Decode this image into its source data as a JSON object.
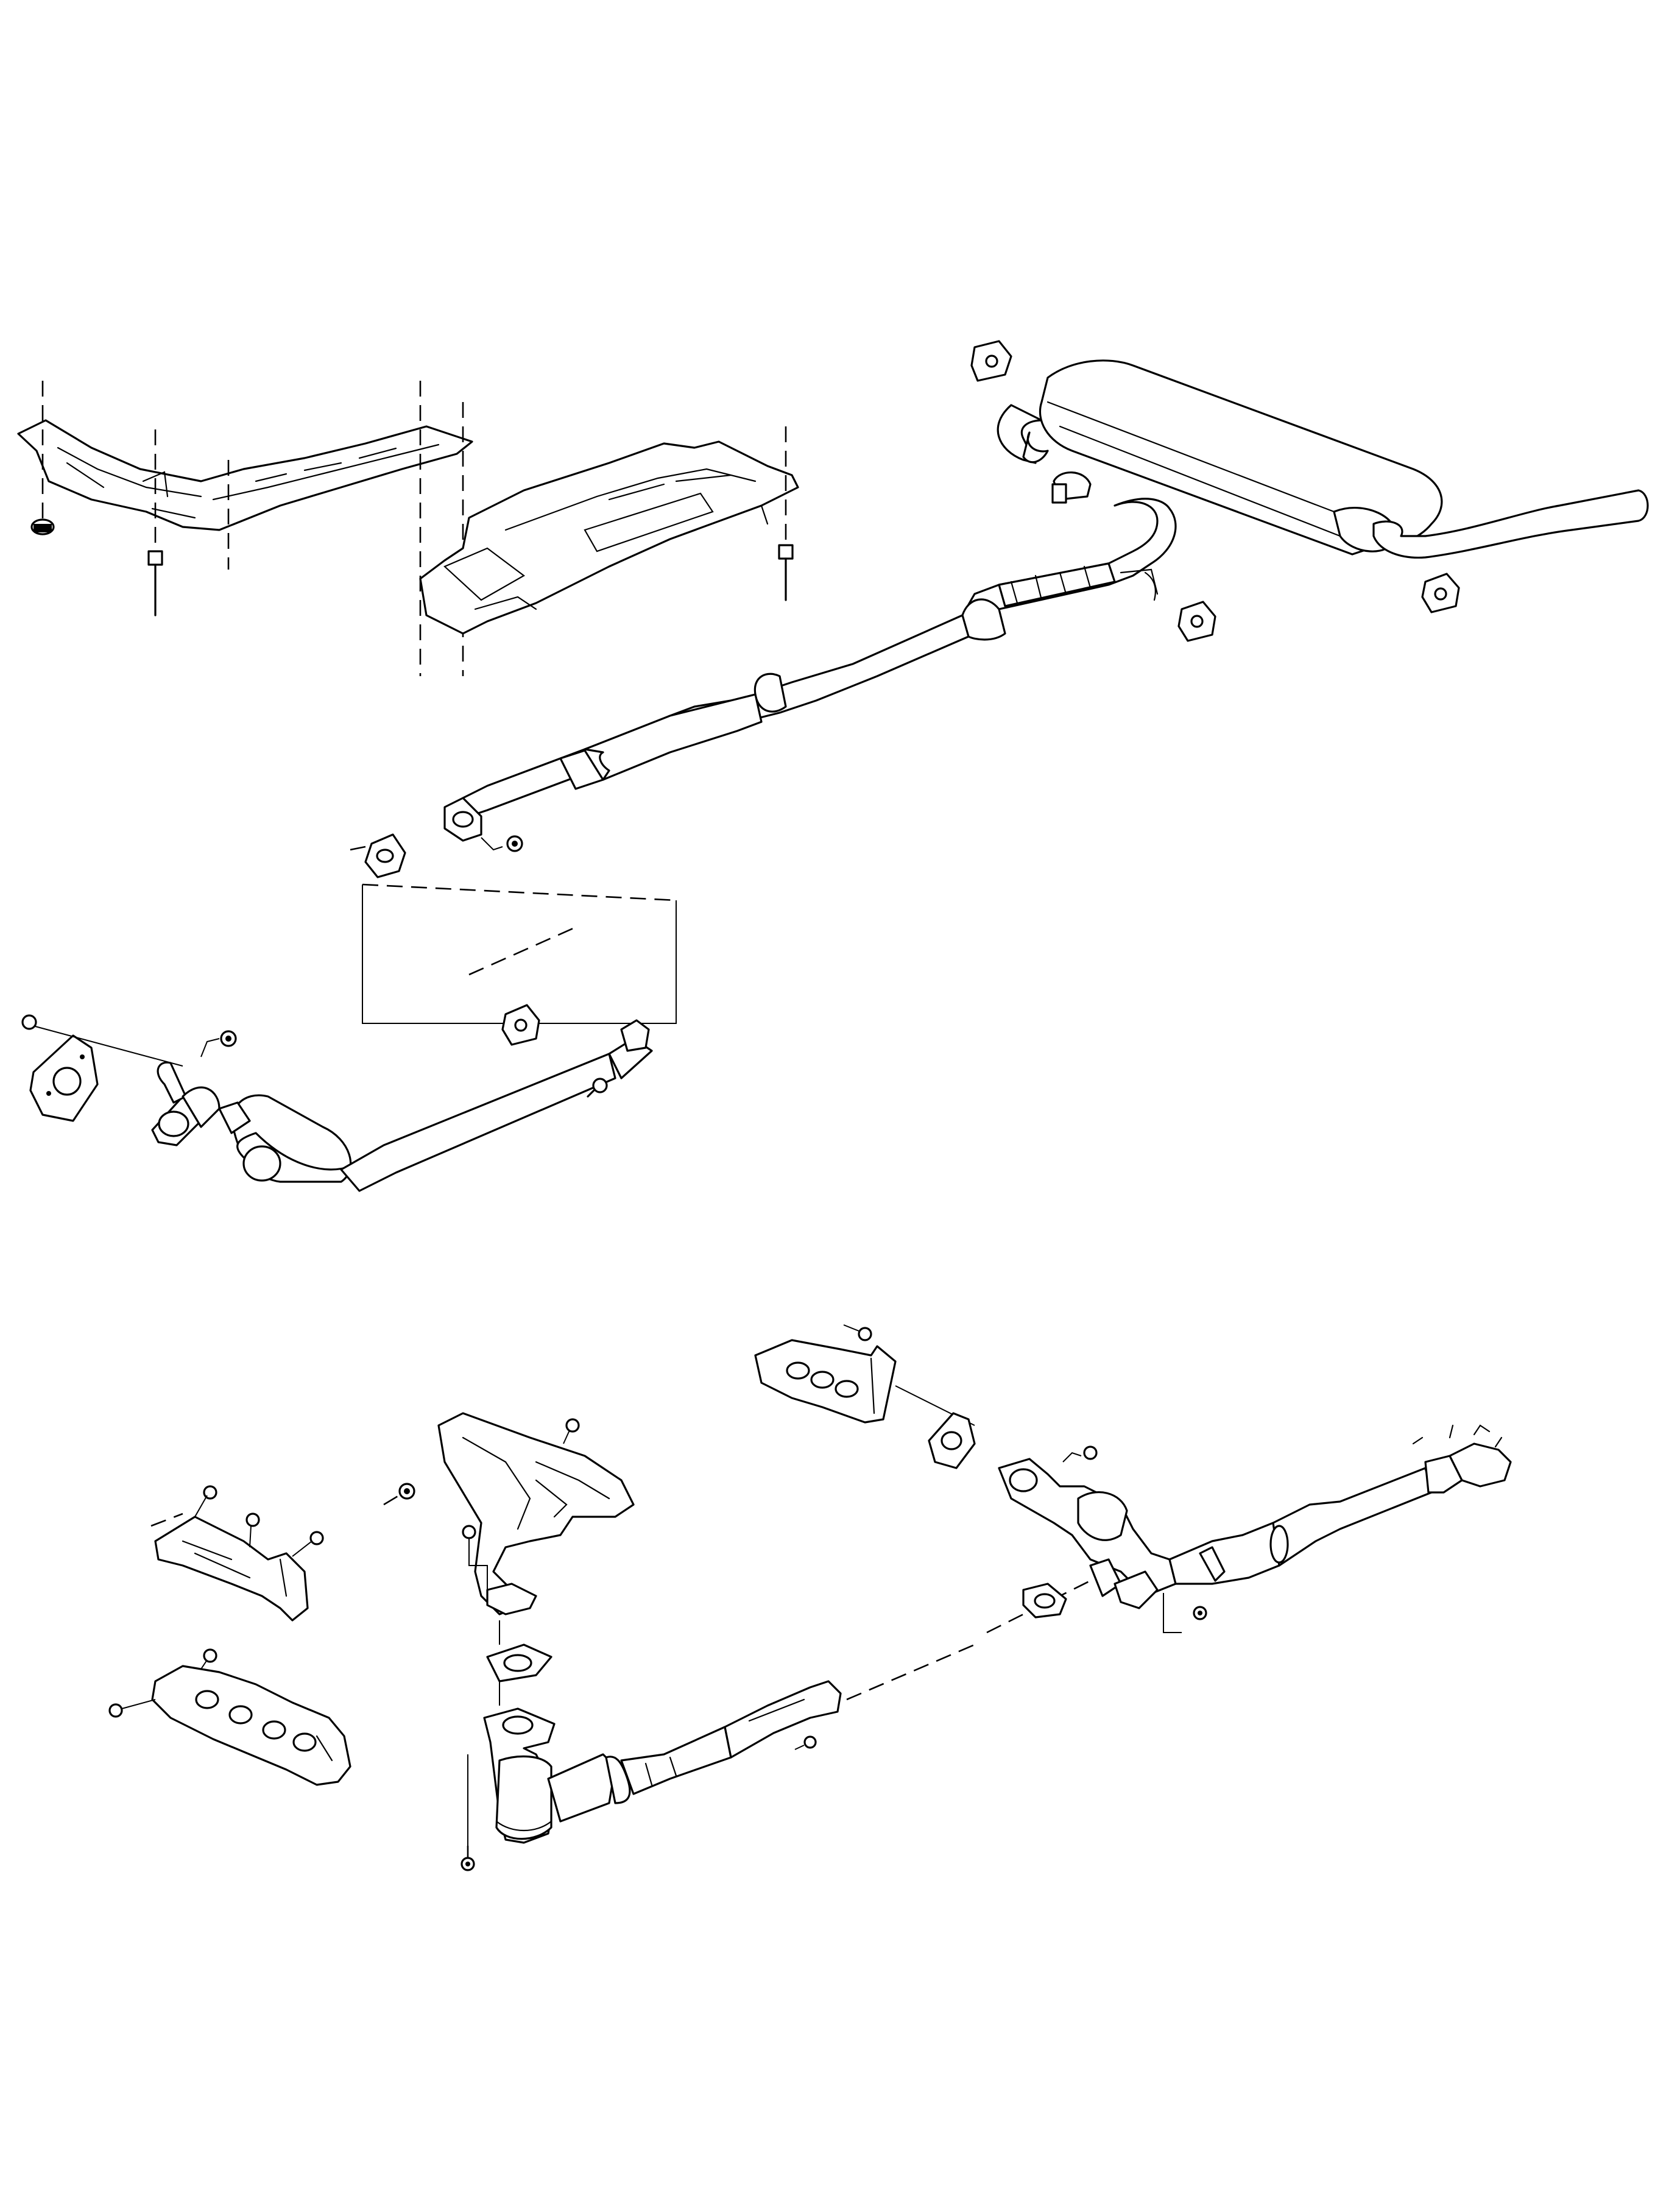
{
  "diagram": {
    "kind": "exploded-view",
    "style": "monochrome line art",
    "colors": {
      "line": "#000000",
      "background": "#ffffff"
    },
    "sections": [
      {
        "name": "upper-exhaust-system"
      },
      {
        "name": "lower-exhaust-system"
      }
    ]
  }
}
